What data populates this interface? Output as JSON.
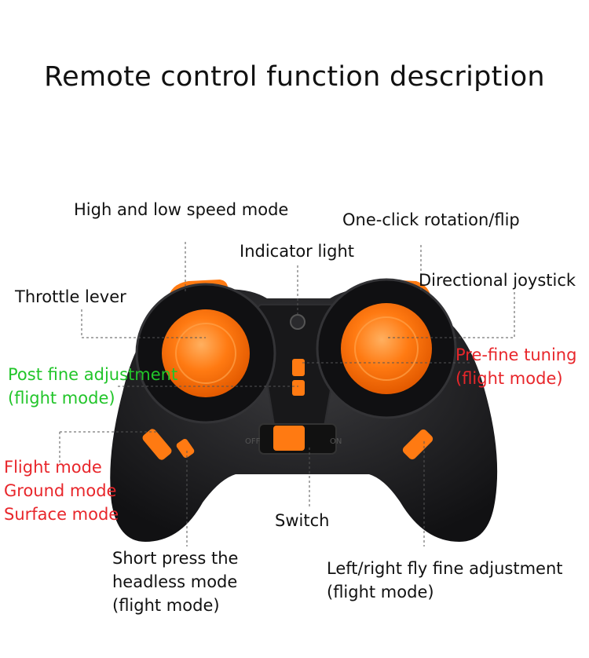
{
  "title": "Remote control function description",
  "labels": {
    "high_low_speed": "High and low speed mode",
    "one_click_flip": "One-click rotation/flip",
    "indicator_light": "Indicator light",
    "directional_joystick": "Directional joystick",
    "throttle_lever": "Throttle lever",
    "pre_fine_tuning": [
      "Pre-fine tuning",
      "(flight mode)"
    ],
    "post_fine_adjustment": [
      "Post fine adjustment",
      "(flight mode)"
    ],
    "modes": [
      "Flight mode",
      "Ground mode",
      "Surface mode"
    ],
    "switch": "Switch",
    "short_press_headless": [
      "Short press the",
      "headless mode",
      "(flight mode)"
    ],
    "left_right_fine": [
      "Left/right fly fine adjustment",
      "(flight mode)"
    ]
  },
  "switch_marks": {
    "off": "OFF",
    "on": "ON"
  },
  "colors": {
    "label_red": "#e8262b",
    "label_green": "#22c52a",
    "controller_body": "#1c1c1e",
    "accent_orange": "#ff7a12"
  }
}
